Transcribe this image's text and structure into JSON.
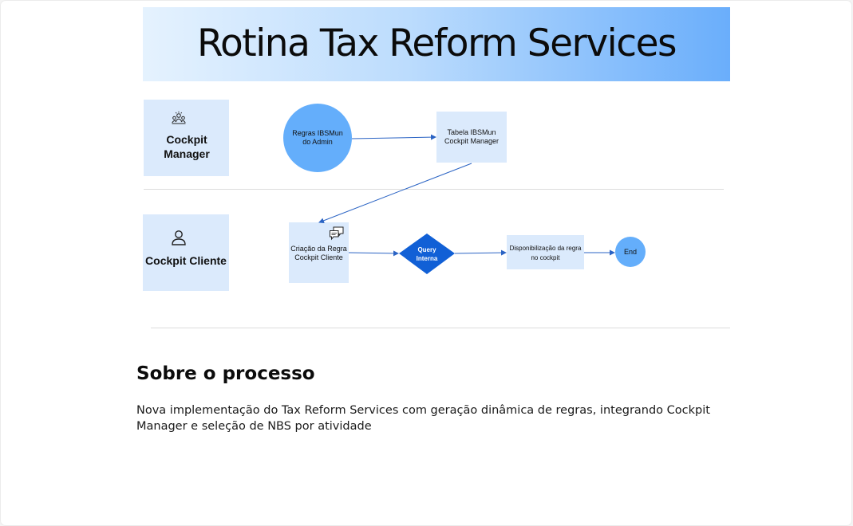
{
  "banner": {
    "title": "Rotina Tax Reform Services",
    "gradient_colors": [
      "#e5f2fe",
      "#6aaefb"
    ]
  },
  "lanes": [
    {
      "label": "Cockpit Manager",
      "icon": "team-icon"
    },
    {
      "label": "Cockpit Cliente",
      "icon": "user-icon"
    }
  ],
  "nodes": {
    "regras": {
      "label": "Regras IBSMun do Admin",
      "shape": "circle",
      "color": "#64aefb"
    },
    "tabela": {
      "label": "Tabela IBSMun Cockpit Manager",
      "shape": "rectangle",
      "color": "#dbeafc"
    },
    "criacao": {
      "label": "Criação da Regra Cockpit Cliente",
      "shape": "rectangle",
      "icon": "chat-icon",
      "color": "#dbeafc"
    },
    "query": {
      "label": "Query Interna",
      "shape": "diamond",
      "color": "#1160d6"
    },
    "disponibilizacao": {
      "label": "Disponibilização da regra no cockpit",
      "shape": "rectangle",
      "color": "#dbeafc"
    },
    "end": {
      "label": "End",
      "shape": "circle",
      "color": "#64aefb"
    }
  },
  "edges": [
    {
      "from": "regras",
      "to": "tabela"
    },
    {
      "from": "tabela",
      "to": "criacao"
    },
    {
      "from": "criacao",
      "to": "query"
    },
    {
      "from": "query",
      "to": "disponibilizacao"
    },
    {
      "from": "disponibilizacao",
      "to": "end"
    }
  ],
  "edge_color": "#2a63c4",
  "section": {
    "title": "Sobre o processo",
    "description": "Nova implementação do Tax Reform Services com geração dinâmica de regras, integrando Cockpit Manager e seleção de NBS por atividade"
  }
}
